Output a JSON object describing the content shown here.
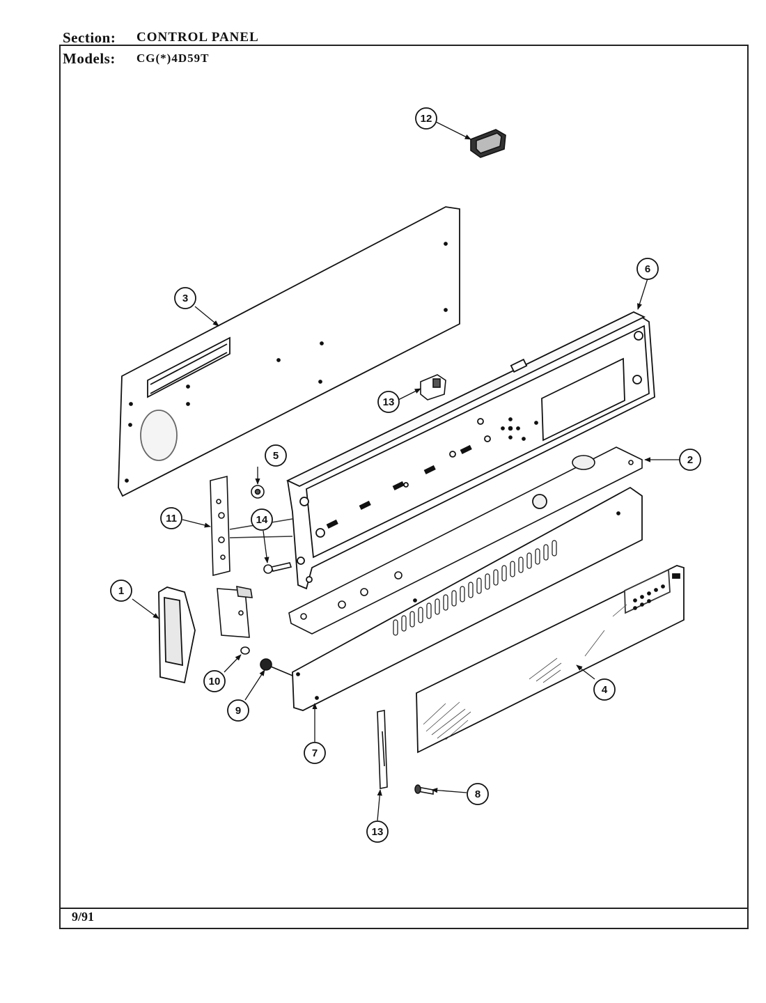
{
  "header": {
    "section_label": "Section:",
    "section_value": "CONTROL PANEL",
    "models_label": "Models:",
    "models_value": "CG(*)4D59T"
  },
  "footer": {
    "date": "9/91"
  },
  "callouts": {
    "c1": "1",
    "c2": "2",
    "c3": "3",
    "c4": "4",
    "c5": "5",
    "c6": "6",
    "c7": "7",
    "c8": "8",
    "c9": "9",
    "c10": "10",
    "c11": "11",
    "c12": "12",
    "c13a": "13",
    "c13b": "13",
    "c14": "14"
  }
}
